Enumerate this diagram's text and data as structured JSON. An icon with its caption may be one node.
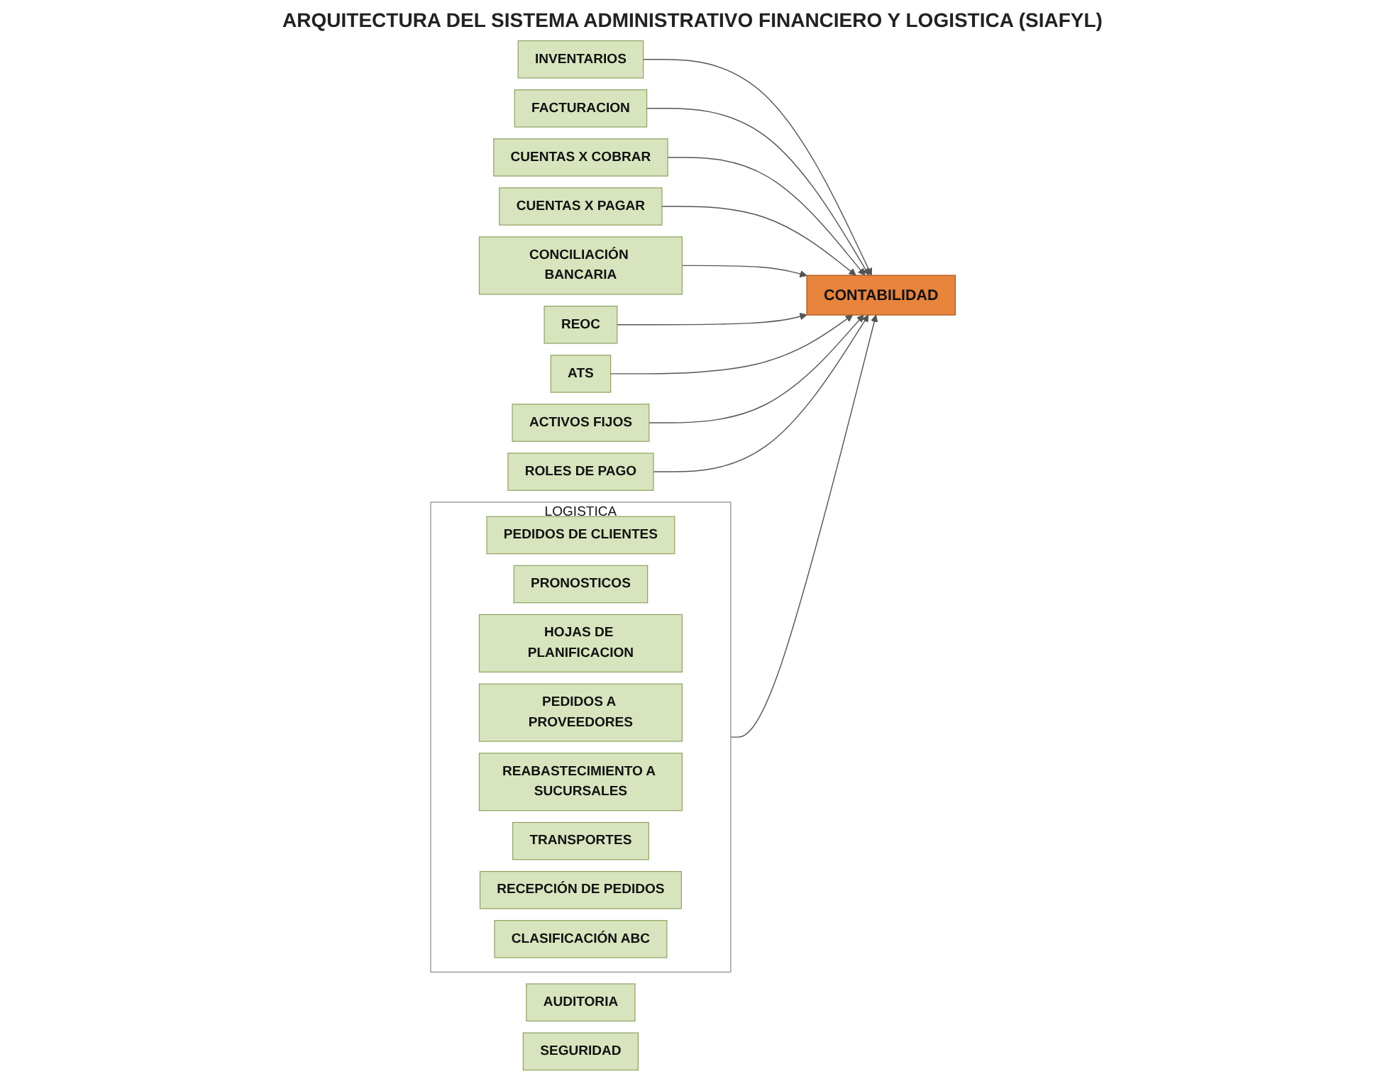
{
  "diagram": {
    "title": "ARQUITECTURA DEL SISTEMA ADMINISTRATIVO FINANCIERO Y LOGISTICA  (SIAFYL)",
    "nodes": [
      {
        "text": [
          "INVENTARIOS"
        ]
      },
      {
        "text": [
          "FACTURACION"
        ]
      },
      {
        "text": [
          "CUENTAS X COBRAR"
        ]
      },
      {
        "text": [
          "CUENTAS X PAGAR"
        ]
      },
      {
        "text": [
          "CONCILIACIÓN BANCARIA"
        ]
      },
      {
        "text": [
          "REOC"
        ]
      },
      {
        "text": [
          "ATS"
        ]
      },
      {
        "text": [
          "ACTIVOS FIJOS"
        ]
      },
      {
        "text": [
          "CONTABILIDAD"
        ]
      },
      {
        "text": [
          "LOGISTICA"
        ]
      },
      {
        "text": [
          "PEDIDOS DE CLIENTES"
        ],
        "in": 9
      },
      {
        "text": [
          "PRONOSTICOS"
        ],
        "in": 9
      },
      {
        "text": [
          "HOJAS DE PLANIFICACION"
        ],
        "in": 9
      },
      {
        "text": [
          "PEDIDOS A PROVEEDORES"
        ],
        "in": 9
      },
      {
        "text": [
          "REABASTECIMIENTO A SUCURSALES"
        ],
        "in": 9
      },
      {
        "text": [
          "TRANSPORTES"
        ],
        "in": 9
      },
      {
        "text": [
          "RECEPCIÓN DE PEDIDOS"
        ],
        "in": 9
      },
      {
        "text": [
          "CLASIFICACIÓN ABC"
        ],
        "in": 9
      },
      {
        "text": [
          "ROLES DE PAGO"
        ]
      },
      {
        "text": [
          "AUDITORIA"
        ]
      },
      {
        "text": [
          "SEGURIDAD"
        ]
      }
    ],
    "edges": [
      {
        "from": 0,
        "to": 8,
        "arrow": "to"
      },
      {
        "from": 1,
        "to": 8,
        "arrow": "to"
      },
      {
        "from": 2,
        "to": 8,
        "arrow": "to"
      },
      {
        "from": 3,
        "to": 8,
        "arrow": "to"
      },
      {
        "from": 4,
        "to": 8,
        "arrow": "to"
      },
      {
        "from": 5,
        "to": 8,
        "arrow": "to"
      },
      {
        "from": 6,
        "to": 8,
        "arrow": "to"
      },
      {
        "from": 7,
        "to": 8,
        "arrow": "to"
      },
      {
        "from": 9,
        "to": 8,
        "arrow": "to"
      },
      {
        "from": 18,
        "to": 8,
        "arrow": "to"
      }
    ]
  }
}
